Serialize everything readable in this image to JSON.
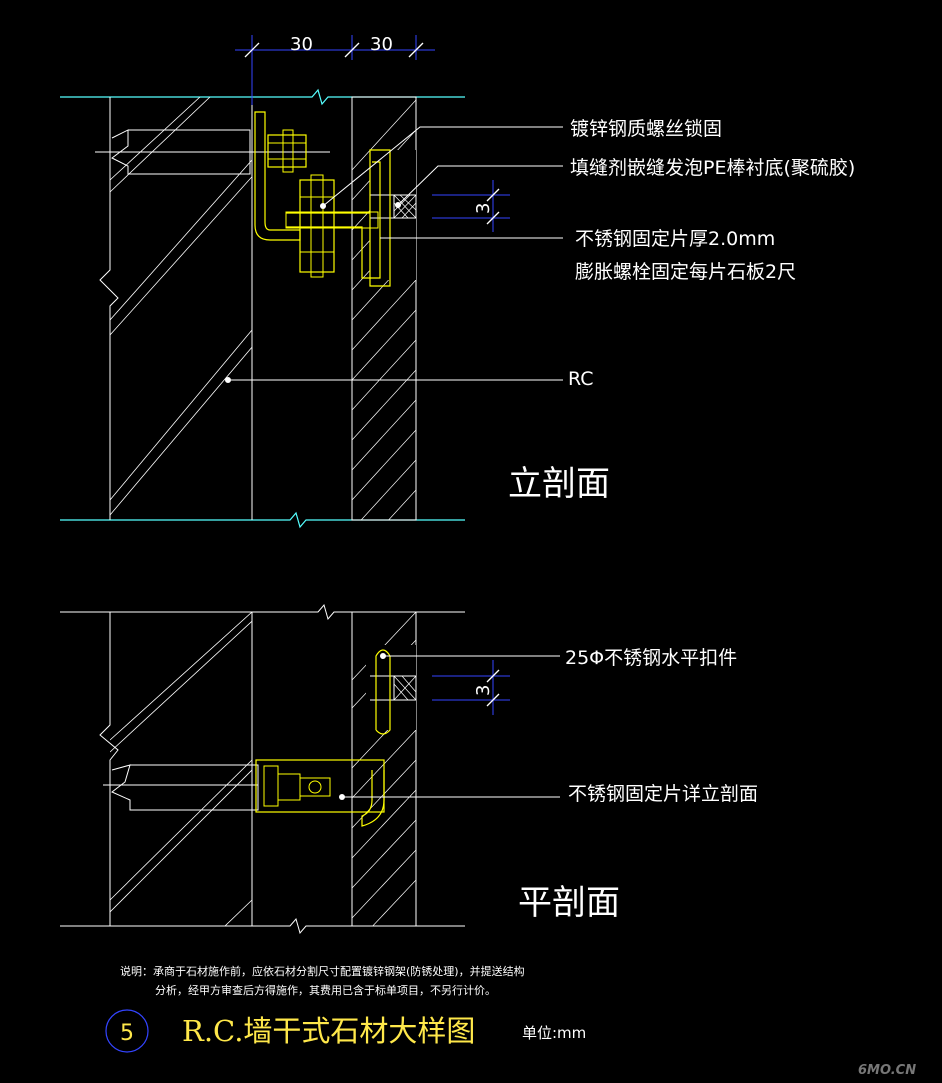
{
  "dimensions": {
    "top_left": "30",
    "top_right": "30",
    "gap_elevation": "3",
    "gap_plan": "3"
  },
  "labels": {
    "bolt": "镀锌钢质螺丝锁固",
    "sealant": "填缝剂嵌缝发泡PE棒衬底(聚硫胶)",
    "plate_line1": "不锈钢固定片厚2.0mm",
    "plate_line2": "膨胀螺栓固定每片石板2尺",
    "rc": "RC",
    "clip": "25Φ不锈钢水平扣件",
    "plate_detail": "不锈钢固定片详立剖面"
  },
  "sections": {
    "elevation": "立剖面",
    "plan": "平剖面"
  },
  "note": {
    "line1": "说明：承商于石材施作前，应依石材分割尺寸配置镀锌钢架(防锈处理)，并提送结构",
    "line2": "分析，经甲方审查后方得施作，其费用已含于标单项目，不另行计价。"
  },
  "footer": {
    "number": "5",
    "title": "R.C.墙干式石材大样图",
    "unit": "单位:mm"
  },
  "watermark": "6MO.CN",
  "colors": {
    "background": "#000000",
    "lines": "#ffffff",
    "hardware": "#ffff00",
    "dimension": "#3344ff",
    "title": "#ffe84a"
  }
}
